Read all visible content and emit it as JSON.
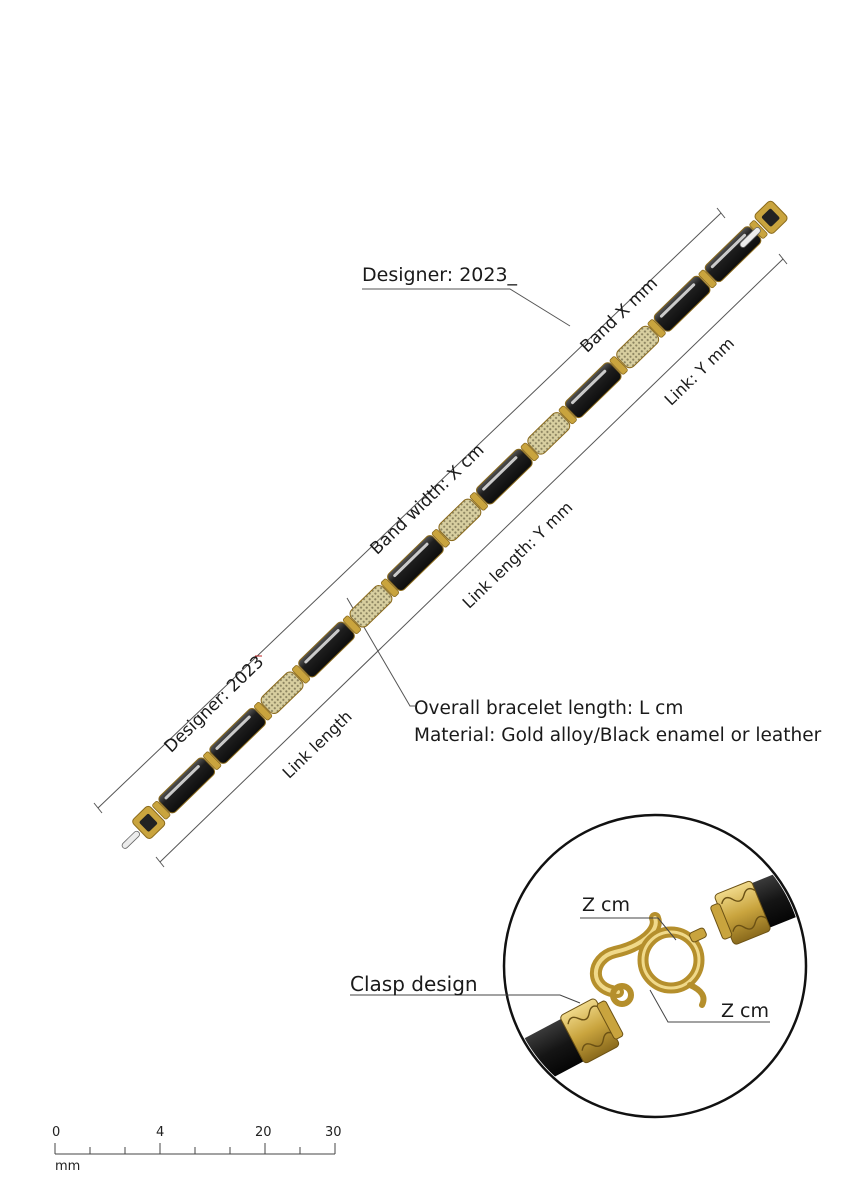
{
  "labels": {
    "designer_top": "Designer: 2023_",
    "band_x": "Band X mm",
    "link_y": "Link: Y mm",
    "band_width": "Band width: X cm",
    "link_length_y": "Link length: Y mm",
    "designer_left": "Designer: 2023",
    "link_length": "Link length",
    "overall_length": "Overall bracelet length: L cm",
    "material": "Material: Gold alloy/Black enamel or leather"
  },
  "detail": {
    "z_top": "Z cm",
    "z_right": "Z cm",
    "clasp_design": "Clasp design"
  },
  "scale_bar": {
    "ticks": [
      "0",
      "4",
      "20",
      "30"
    ],
    "unit": "mm"
  },
  "colors": {
    "gold": "#c9a43e",
    "gold_light": "#e9cf74",
    "gold_dark": "#8a6a1c",
    "enamel": "#222222",
    "line": "#555555"
  }
}
